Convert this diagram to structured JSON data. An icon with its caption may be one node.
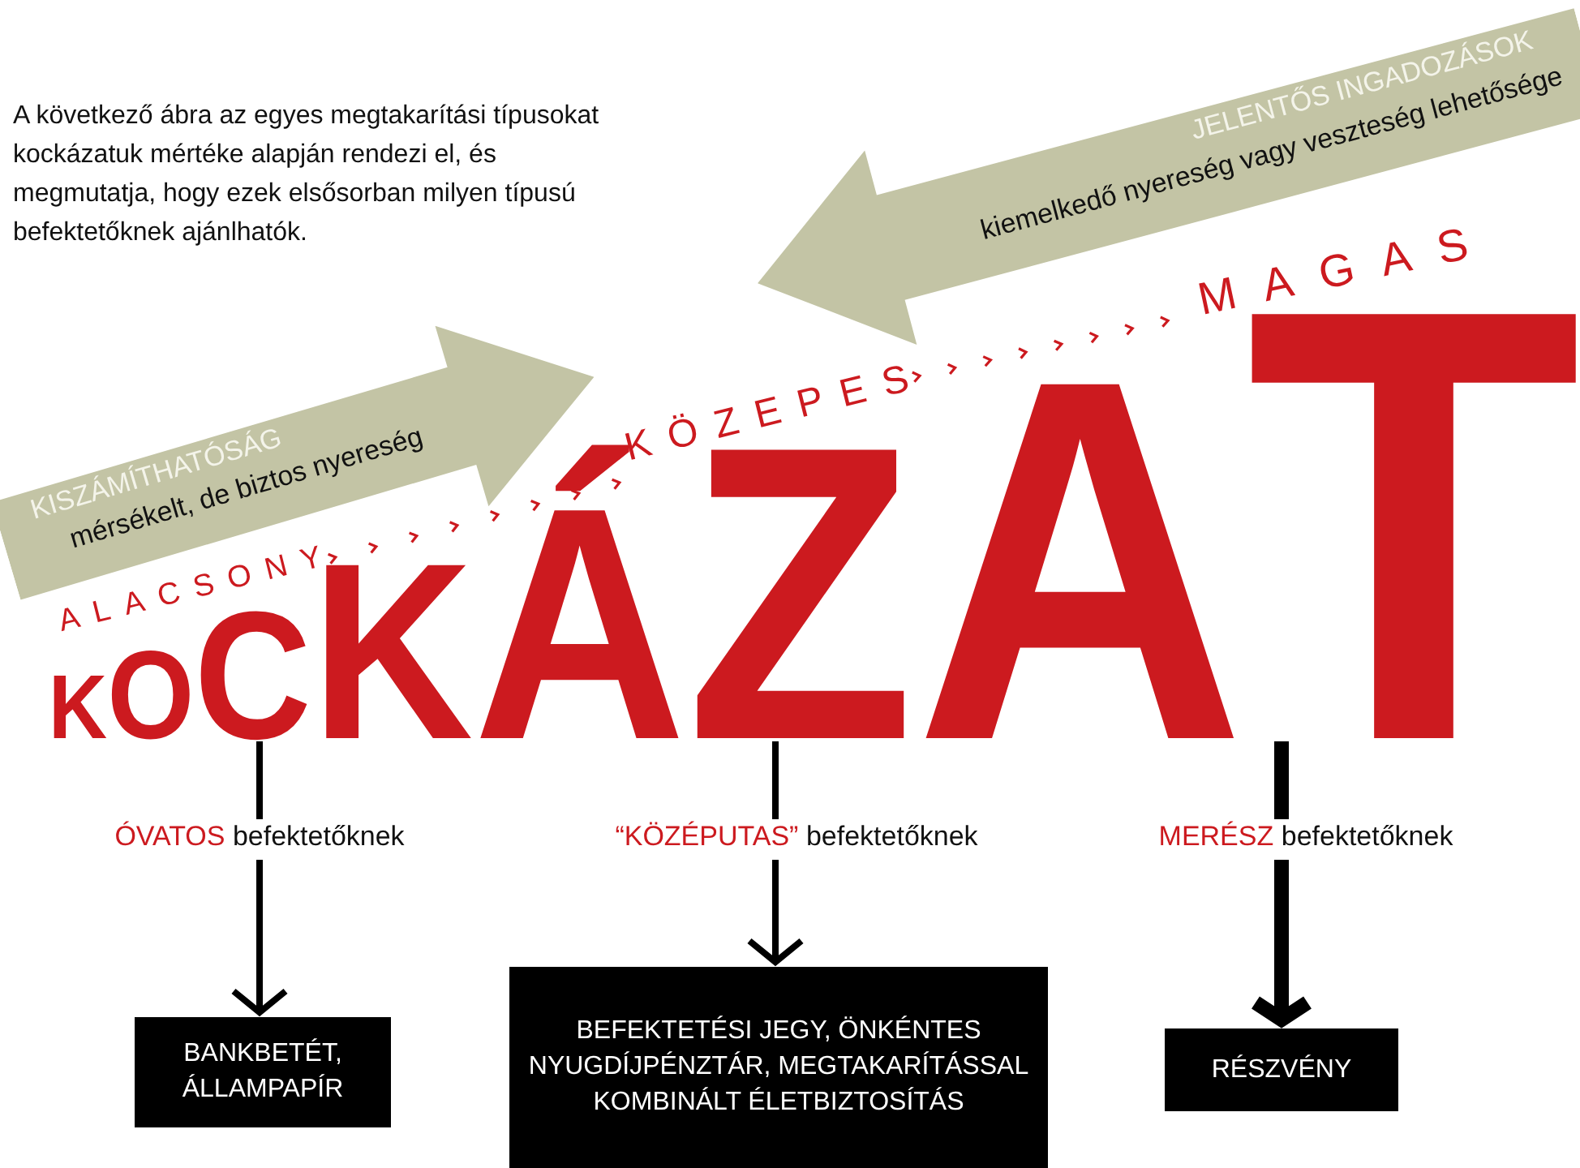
{
  "diagram": {
    "nodes": [
      {
        "text": [
          "KOCKÁZAT"
        ]
      },
      {
        "text": [
          "ÓVATOS",
          "befektetőknek"
        ]
      },
      {
        "text": [
          "“KÖZÉPUTAS”",
          "befektetőknek"
        ]
      },
      {
        "text": [
          "MERÉSZ",
          "befektetőknek"
        ]
      },
      {
        "text": [
          "BANKBETÉT, ÁLLAMPAPÍR"
        ]
      },
      {
        "text": [
          "BEFEKTETÉSI JEGY, ÖNKÉNTES NYUGDÍJPÉNZTÁR, MEGTAKARÍTÁSSAL KOMBINÁLT ÉLETBIZTOSÍTÁS"
        ]
      },
      {
        "text": [
          "RÉSZVÉNY"
        ]
      },
      {
        "text": [
          "KISZÁMÍTHATÓSÁG",
          "mérsékelt, de biztos nyereség"
        ]
      },
      {
        "text": [
          "JELENTŐS INGADOZÁSOK",
          "kiemelkedő nyereség vagy veszteség lehetősége"
        ]
      }
    ],
    "edges": [
      {
        "from": 0,
        "to": 1,
        "arrow": "none"
      },
      {
        "from": 1,
        "to": 4,
        "arrow": "to"
      },
      {
        "from": 0,
        "to": 2,
        "arrow": "none"
      },
      {
        "from": 2,
        "to": 5,
        "arrow": "to"
      },
      {
        "from": 0,
        "to": 3,
        "arrow": "none",
        "style": "thick"
      },
      {
        "from": 3,
        "to": 6,
        "arrow": "to",
        "style": "thick"
      }
    ],
    "labels": [
      "A következő ábra az egyes megtakarítási típusokat kockázatuk mértéke alapján rendezi el, és megmutatja, hogy ezek elsősorban milyen típusú befektetőknek ajánlhatók.",
      "ALACSONY",
      "KÖZEPES",
      "MAGAS"
    ]
  }
}
